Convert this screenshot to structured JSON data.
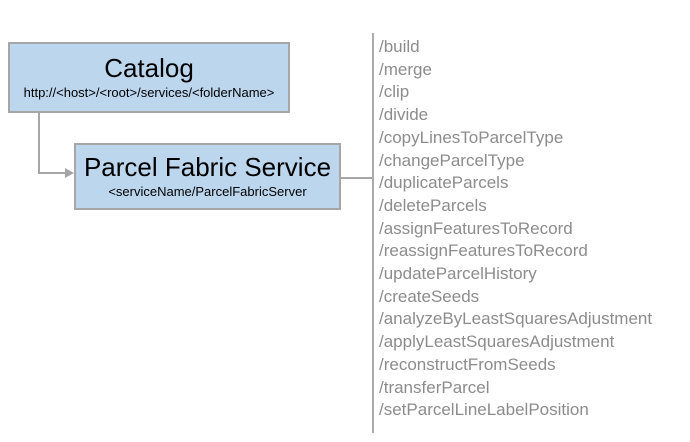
{
  "diagram": {
    "catalog_node": {
      "title": "Catalog",
      "subtitle": "http://<host>/<root>/services/<folderName>"
    },
    "service_node": {
      "title": "Parcel Fabric Service",
      "subtitle": "<serviceName/ParcelFabricServer"
    },
    "operations": [
      "/build",
      "/merge",
      "/clip",
      "/divide",
      "/copyLinesToParcelType",
      "/changeParcelType",
      "/duplicateParcels",
      "/deleteParcels",
      "/assignFeaturesToRecord",
      "/reassignFeaturesToRecord",
      "/updateParcelHistory",
      "/createSeeds",
      "/analyzeByLeastSquaresAdjustment",
      "/applyLeastSquaresAdjustment",
      "/reconstructFromSeeds",
      "/transferParcel",
      "/setParcelLineLabelPosition"
    ],
    "colors": {
      "box_fill": "#BCD6EE",
      "box_border": "#A6A6A6",
      "connector": "#A6A6A6",
      "divider": "#ABABAB",
      "list_text": "#8C8C8C",
      "title_text": "#000000"
    }
  }
}
